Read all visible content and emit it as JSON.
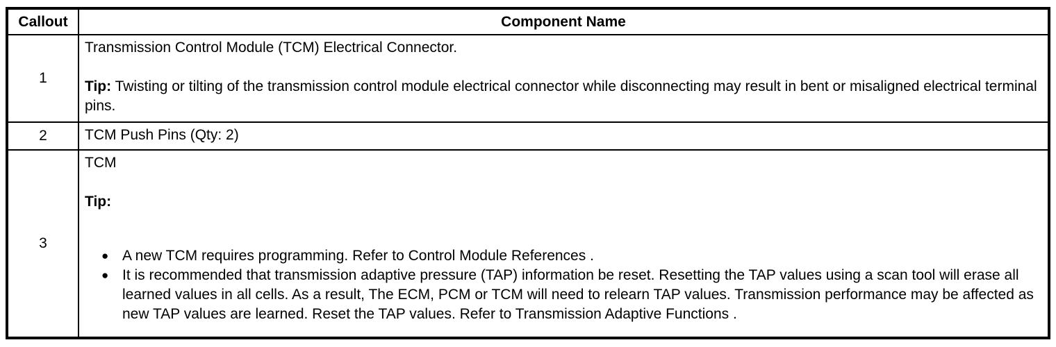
{
  "table": {
    "headers": {
      "callout": "Callout",
      "component": "Component Name"
    },
    "rows": [
      {
        "callout": "1",
        "title": "Transmission Control Module (TCM) Electrical Connector.",
        "tip_label": "Tip:",
        "tip_text": " Twisting or tilting of the transmission control module electrical connector while disconnecting may result in bent or misaligned electrical terminal pins."
      },
      {
        "callout": "2",
        "title": "TCM Push Pins (Qty: 2)"
      },
      {
        "callout": "3",
        "title": "TCM",
        "tip_label": "Tip:",
        "bullets": [
          "A new TCM requires programming. Refer to Control Module References .",
          "It is recommended that transmission adaptive pressure (TAP) information be reset. Resetting the TAP values using a scan tool will erase all learned values in all cells. As a result, The ECM, PCM or TCM will need to relearn TAP values. Transmission performance may be affected as new TAP values are learned. Reset the TAP values. Refer to Transmission Adaptive Functions ."
        ]
      }
    ]
  }
}
